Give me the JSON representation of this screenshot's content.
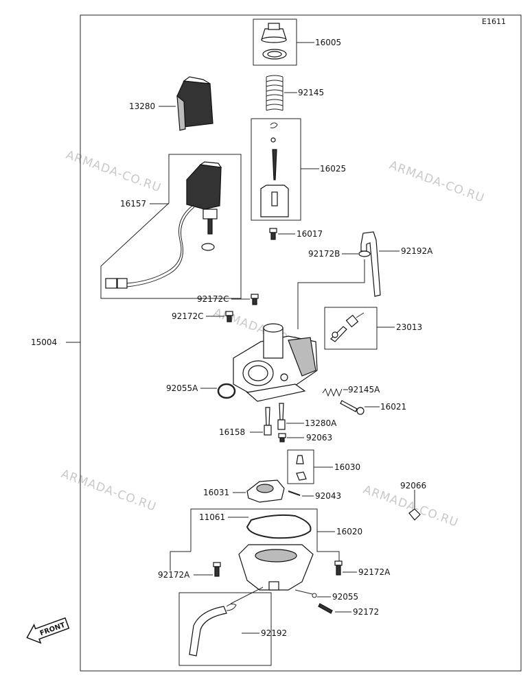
{
  "diagram_code": "E1611",
  "assembly_label": "15004",
  "front_label": "FRONT",
  "watermark": "ARMADA-CO.RU",
  "parts": {
    "p16005": "16005",
    "p92145": "92145",
    "p13280": "13280",
    "p16025": "16025",
    "p16157": "16157",
    "p16017": "16017",
    "p92172B": "92172B",
    "p92192A": "92192A",
    "p92172C_1": "92172C",
    "p92172C_2": "92172C",
    "p23013": "23013",
    "p92055A": "92055A",
    "p92145A": "92145A",
    "p16021": "16021",
    "p16158": "16158",
    "p13280A": "13280A",
    "p92063": "92063",
    "p16030": "16030",
    "p92066": "92066",
    "p16031": "16031",
    "p92043": "92043",
    "p11061": "11061",
    "p16020": "16020",
    "p92172A_1": "92172A",
    "p92172A_2": "92172A",
    "p92055": "92055",
    "p92172": "92172",
    "p92192": "92192"
  }
}
